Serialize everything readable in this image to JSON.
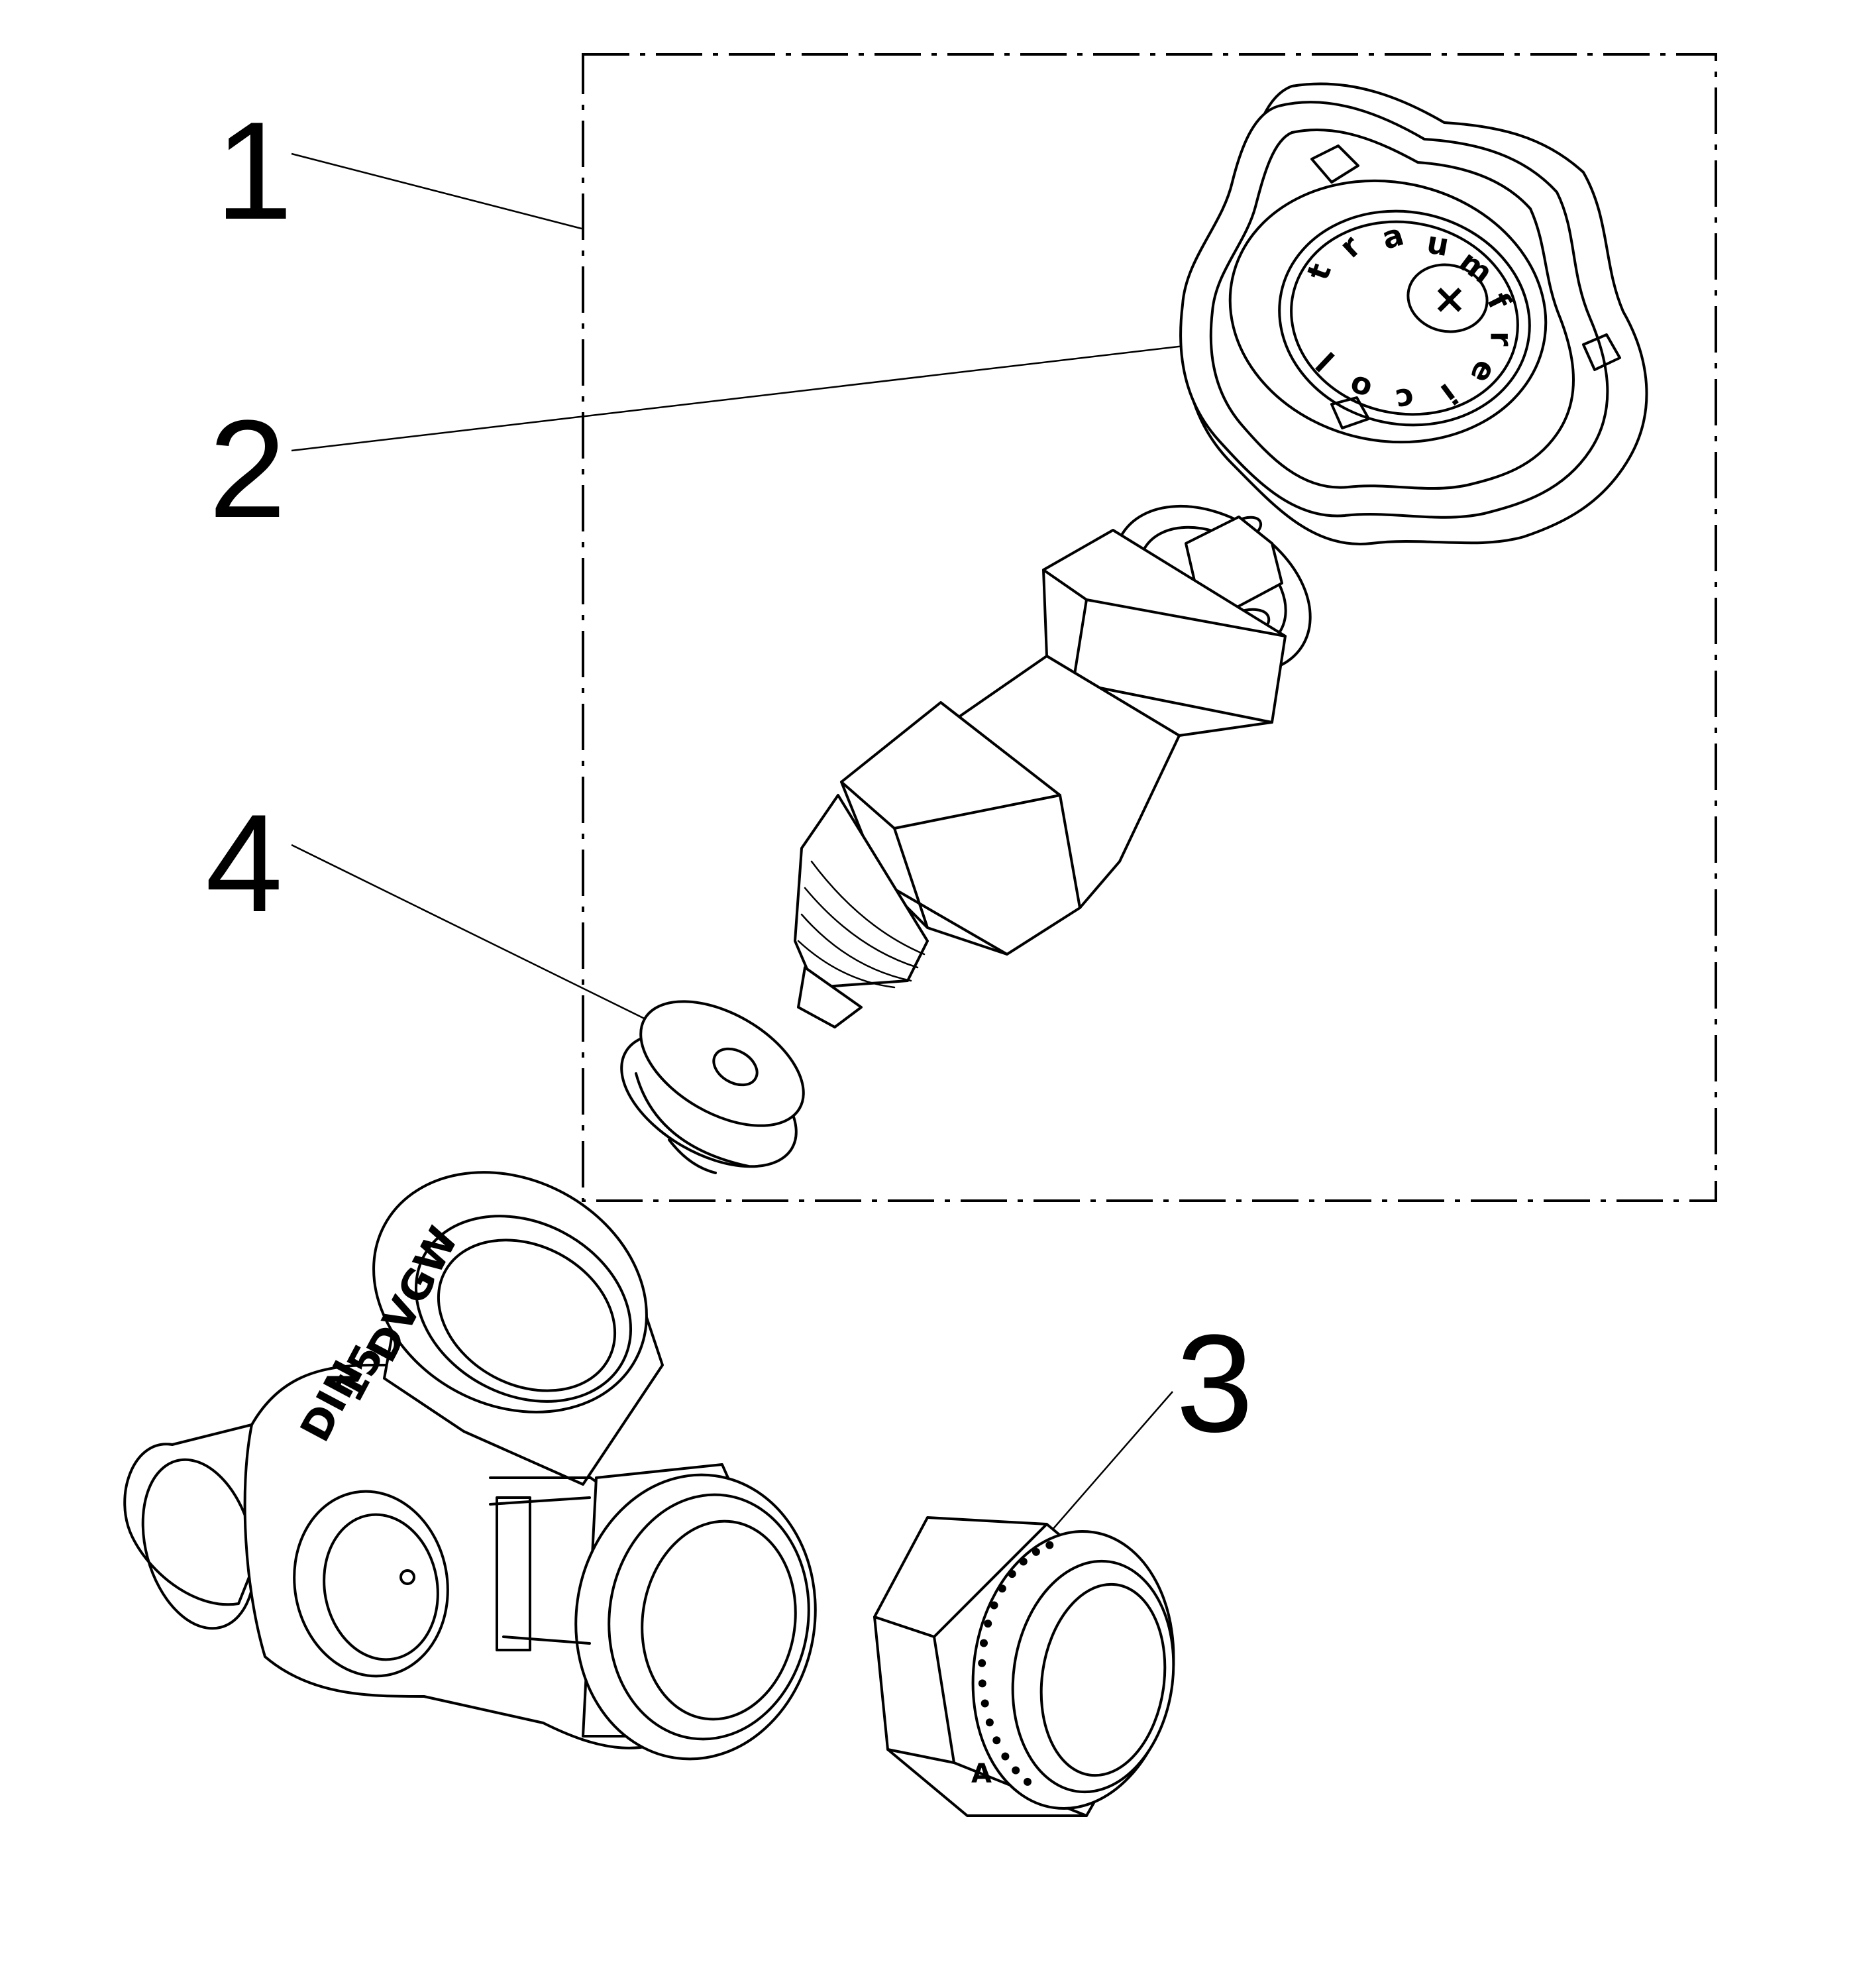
{
  "callouts": [
    {
      "label": "1",
      "target": "set-frame"
    },
    {
      "label": "2",
      "target": "handwheel"
    },
    {
      "label": "3",
      "target": "union-nut"
    },
    {
      "label": "4",
      "target": "washer-seal"
    }
  ],
  "handwheel_text": {
    "characters": [
      "t",
      "r",
      "a",
      "u",
      "m",
      "f",
      "r",
      "e",
      "i",
      "c",
      "o",
      "l"
    ],
    "center_mark": "×"
  },
  "valve_body_markings": {
    "line1": "DVGW",
    "line2": "15",
    "line3": "DIN"
  },
  "union_nut_mark": "A"
}
